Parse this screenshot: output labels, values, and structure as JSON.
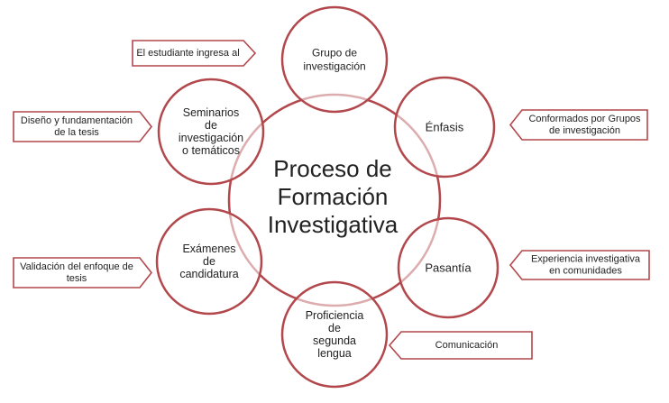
{
  "diagram": {
    "colors": {
      "circle_stroke": "#b2474c",
      "arrow_stroke": "#b2474c",
      "text": "#222222",
      "background": "#ffffff"
    },
    "center": {
      "lines": [
        "Proceso de",
        "Formación",
        "Investigativa"
      ]
    },
    "outer_nodes": [
      {
        "id": "grupo",
        "lines": [
          "Grupo de",
          "investigación"
        ]
      },
      {
        "id": "enfasis",
        "lines": [
          "Énfasis"
        ]
      },
      {
        "id": "pasantia",
        "lines": [
          "Pasantía"
        ]
      },
      {
        "id": "proficiencia",
        "lines": [
          "Proficiencia",
          "de",
          "segunda",
          "lengua"
        ]
      },
      {
        "id": "examenes",
        "lines": [
          "Exámenes",
          "de",
          "candidatura"
        ]
      },
      {
        "id": "seminarios",
        "lines": [
          "Seminarios",
          "de",
          "investigación",
          "o temáticos"
        ]
      }
    ],
    "callouts": [
      {
        "id": "grupo",
        "lines": [
          "El estudiante ingresa al"
        ]
      },
      {
        "id": "enfasis",
        "lines": [
          "Conformados por Grupos",
          "de investigación"
        ]
      },
      {
        "id": "pasantia",
        "lines": [
          "Experiencia investigativa",
          "en comunidades"
        ]
      },
      {
        "id": "proficiencia",
        "lines": [
          "Comunicación"
        ]
      },
      {
        "id": "examenes",
        "lines": [
          "Validación del enfoque de",
          "tesis"
        ]
      },
      {
        "id": "seminarios",
        "lines": [
          "Diseño y fundamentación",
          "de la tesis"
        ]
      }
    ]
  }
}
